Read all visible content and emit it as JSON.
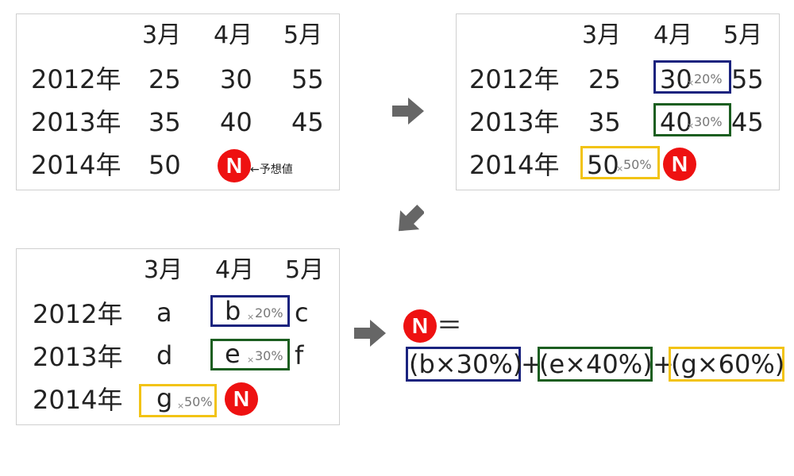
{
  "months": [
    "3月",
    "4月",
    "5月"
  ],
  "years": [
    "2012年",
    "2013年",
    "2014年"
  ],
  "panel1": {
    "rows": [
      [
        "25",
        "30",
        "55"
      ],
      [
        "35",
        "40",
        "45"
      ],
      [
        "50"
      ]
    ],
    "n_label": "N",
    "annotation": "←予想値"
  },
  "panel2": {
    "rows": [
      [
        "25",
        "30",
        "55"
      ],
      [
        "35",
        "40",
        "45"
      ],
      [
        "50"
      ]
    ],
    "weights": {
      "b": "20%",
      "e": "30%",
      "g": "50%"
    },
    "times": "×",
    "n_label": "N"
  },
  "panel3": {
    "rows": [
      [
        "a",
        "b",
        "c"
      ],
      [
        "d",
        "e",
        "f"
      ],
      [
        "g"
      ]
    ],
    "weights": {
      "b": "20%",
      "e": "30%",
      "g": "50%"
    },
    "times": "×",
    "n_label": "N"
  },
  "formula": {
    "n_label": "N",
    "equals": "＝",
    "term1": "(b×30%)",
    "plus1": "+",
    "term2": "(e×40%)",
    "plus2": "+",
    "term3": "(g×60%)"
  },
  "colors": {
    "blue": "#1a237e",
    "green": "#1b5e20",
    "yellow": "#f2c314",
    "red": "#ee1111",
    "arrow": "#666666"
  },
  "icons": [
    "right-arrow-icon",
    "down-left-arrow-icon"
  ]
}
